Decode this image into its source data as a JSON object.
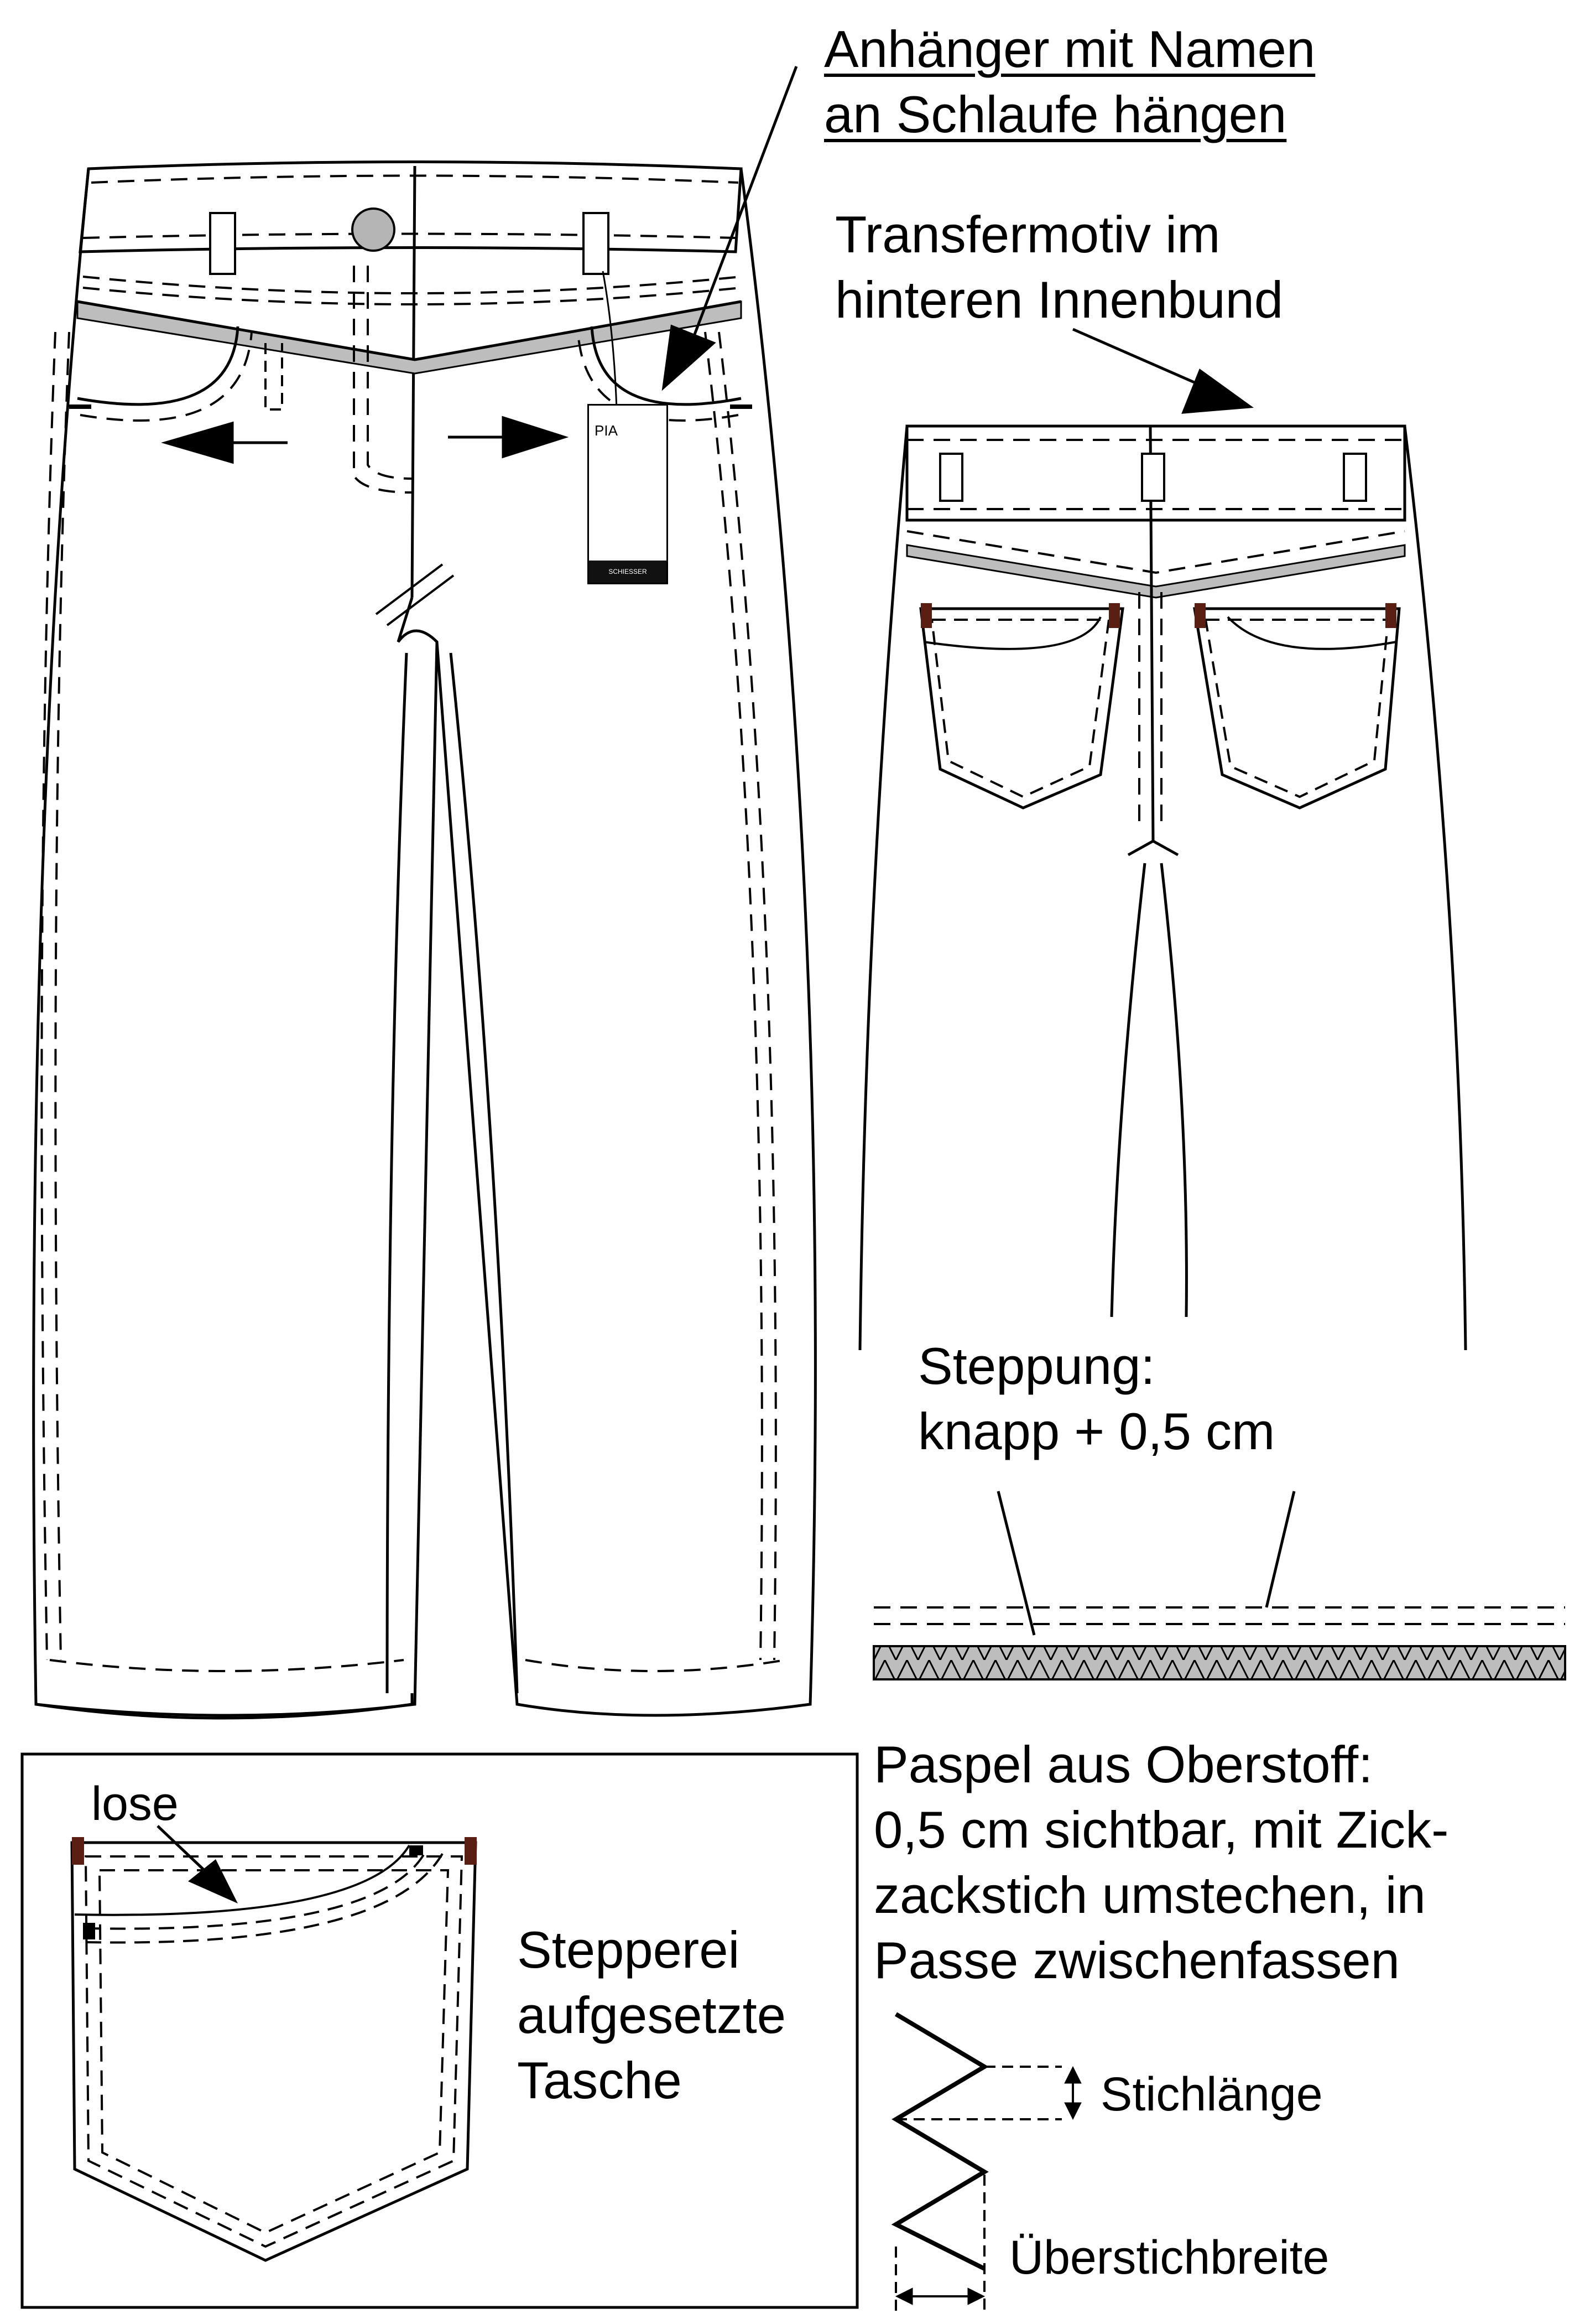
{
  "labels": {
    "hangtag_line1": "Anhänger mit Namen",
    "hangtag_line2": "an Schlaufe hängen",
    "transfer_line1": "Transfermotiv im",
    "transfer_line2": "hinteren Innenbund",
    "stitch_line1": "Steppung:",
    "stitch_line2": "knapp + 0,5 cm",
    "piping_line1": "Paspel aus Oberstoff:",
    "piping_line2": "0,5 cm sichtbar, mit Zick-",
    "piping_line3": "zackstich umstechen, in",
    "piping_line4": "Passe zwischenfassen",
    "pocket_loose": "lose",
    "pocket_title1": "Stepperei",
    "pocket_title2": "aufgesetzte",
    "pocket_title3": "Tasche",
    "stitch_length": "Stichlänge",
    "overstitch_width": "Überstichbreite"
  },
  "hangtag": {
    "name": "PIA",
    "brand": "SCHIESSER"
  },
  "colors": {
    "line": "#000000",
    "piping_fill": "#bdbdbd",
    "button": "#b5b5b5",
    "leather": "#5a1e12"
  }
}
